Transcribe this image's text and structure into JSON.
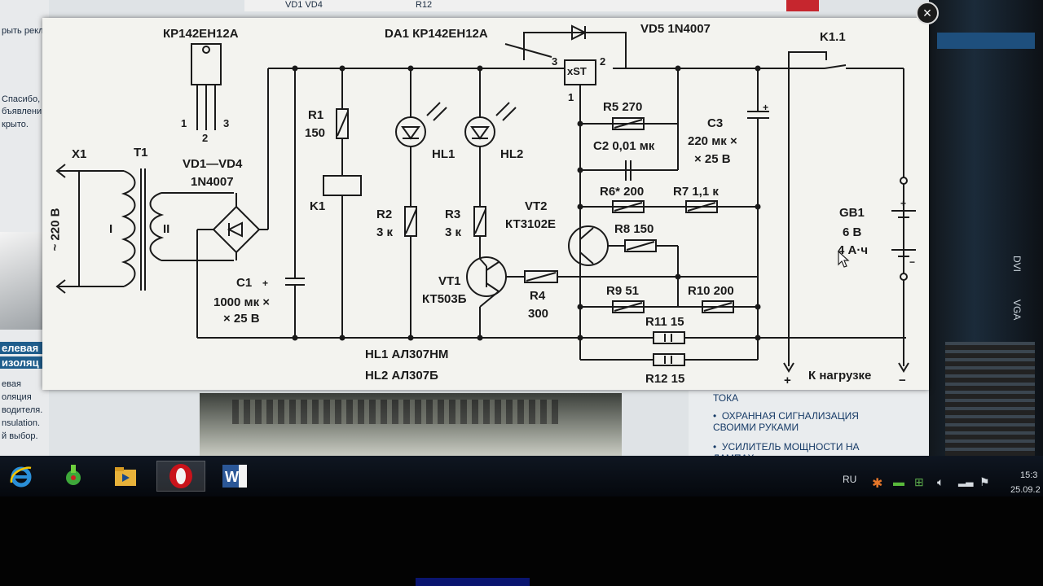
{
  "page_left": {
    "snips": [
      "рыть рекл",
      "Спасибо,",
      "бъявлени",
      "крыто."
    ],
    "heading": [
      "елевая",
      "изоляц"
    ],
    "text": [
      "евая",
      "оляция",
      "водителя.",
      "nsulation.",
      "й выбор."
    ]
  },
  "page_top": {
    "snips": [
      "VD1  VD4",
      "R12"
    ]
  },
  "related_links": {
    "partial_top": "ТОКА",
    "items": [
      "ОХРАННАЯ СИГНАЛИЗАЦИЯ",
      "СВОИМИ РУКАМИ",
      "УСИЛИТЕЛЬ МОЩНОСТИ НА",
      "ЛАМПАХ"
    ]
  },
  "right_ports": [
    "DVI",
    "VGA"
  ],
  "popup": {
    "close_glyph": "×"
  },
  "schematic": {
    "regulator_chip": "КР142ЕН12А",
    "chip_pins": [
      "1",
      "2",
      "3"
    ],
    "x1": "X1",
    "mains": "~ 220 В",
    "t1": "T1",
    "winding_1": "I",
    "winding_2": "II",
    "bridge": "VD1—VD4",
    "bridge_type": "1N4007",
    "c1": "C1",
    "c1_val": "1000 мк ×",
    "c1_volt": "× 25 В",
    "r1": "R1",
    "r1_val": "150",
    "k1": "K1",
    "hl1": "HL1",
    "hl2": "HL2",
    "r2": "R2",
    "r2_val": "3 к",
    "r3": "R3",
    "r3_val": "3 к",
    "vt1": "VT1",
    "vt1_type": "КТ503Б",
    "r4": "R4",
    "r4_val": "300",
    "da1": "DA1 КР142ЕН12А",
    "da1_pin_3": "3",
    "da1_pin_2": "2",
    "da1_pin_1": "1",
    "da1_body": "xST",
    "vd5": "VD5 1N4007",
    "r5": "R5 270",
    "c2": "C2 0,01 мк",
    "c3": "C3",
    "c3_val": "220 мк ×",
    "c3_volt": "× 25 В",
    "r6": "R6* 200",
    "r7": "R7 1,1 к",
    "vt2": "VT2",
    "vt2_type": "КТ3102Е",
    "r8": "R8 150",
    "r9": "R9 51",
    "r10": "R10 200",
    "r11": "R11 15",
    "r12": "R12 15",
    "k11": "K1.1",
    "gb1": "GB1",
    "gb1_volt": "6 В",
    "gb1_cap": "4 А·ч",
    "load": "К нагрузке",
    "plus": "+",
    "minus": "−",
    "hl_types": [
      "HL1  АЛ307НМ",
      "HL2  АЛ307Б"
    ]
  },
  "taskbar": {
    "apps": [
      "ie-icon",
      "app-green-icon",
      "explorer-icon",
      "opera-icon",
      "word-icon"
    ],
    "word_letter": "W",
    "lang": "RU",
    "clock_time": "15:3",
    "clock_date": "25.09.2"
  },
  "colors": {
    "taskbar": "#0f1621",
    "opera": "#c9131b",
    "word": "#2b5797",
    "ie": "#2a8fd8"
  }
}
